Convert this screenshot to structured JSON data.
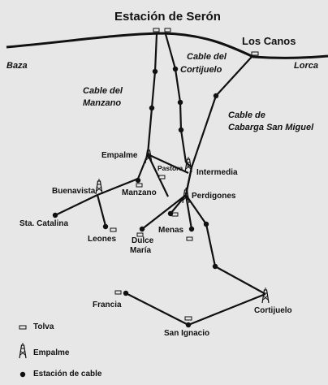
{
  "title": "Estación de Serón",
  "places": {
    "los_canos": "Los Canos",
    "baza": "Baza",
    "lorca": "Lorca"
  },
  "cables": {
    "manzano": [
      "Cable del",
      "Manzano"
    ],
    "cortijuelo": [
      "Cable del",
      "Cortijuelo"
    ],
    "cabarga": [
      "Cable de",
      "Cabarga San Miguel"
    ]
  },
  "sites": {
    "empalme": "Empalme",
    "pastora": "Pastora",
    "intermedia": "Intermedia",
    "buenavista": "Buenavista",
    "manzano": "Manzano",
    "perdigones": "Perdigones",
    "sta_catalina": "Sta. Catalina",
    "leones": "Leones",
    "menas": "Menas",
    "dulce_maria": [
      "Dulce",
      "María"
    ],
    "francia": "Francia",
    "cortijuelo": "Cortijuelo",
    "san_ignacio": "San Ignacio"
  },
  "legend": {
    "tolva": "Tolva",
    "empalme": "Empalme",
    "estacion": "Estación de cable"
  },
  "colors": {
    "background": "#e7e7e7",
    "ink": "#111111"
  }
}
